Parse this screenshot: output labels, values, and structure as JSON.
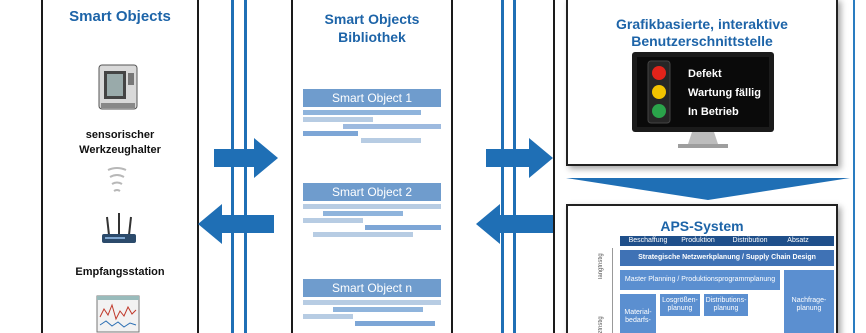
{
  "columns": {
    "left_title": "Smart Objects",
    "middle_title_line1": "Smart Objects",
    "middle_title_line2": "Bibliothek",
    "right_title_line1": "Grafikbasierte, interaktive",
    "right_title_line2": "Benutzerschnittstelle"
  },
  "left": {
    "tool_label_line1": "sensorischer",
    "tool_label_line2": "Werkzeughalter",
    "receiver_label": "Empfangsstation"
  },
  "library": {
    "cards": [
      "Smart Object 1",
      "Smart Object 2",
      "Smart Object n"
    ]
  },
  "traffic_light": {
    "states": [
      "Defekt",
      "Wartung fällig",
      "In Betrieb"
    ],
    "colors": [
      "#e2231a",
      "#f2c300",
      "#2aa34a"
    ]
  },
  "aps": {
    "title": "APS-System",
    "process_steps": [
      "Beschaffung",
      "Produktion",
      "Distribution",
      "Absatz"
    ],
    "side_labels": [
      "langfristig",
      "kurzfristig"
    ],
    "strategic": "Strategische Netzwerkplanung / Supply Chain Design",
    "master": "Master Planning / Produktionsprogrammplanung",
    "lot": "Losgrößen-planung",
    "dist": "Distributions-planung",
    "demand": "Nachfrage-planung",
    "material": "Material-bedarfs-"
  },
  "colors": {
    "accent_blue": "#1d64a8",
    "arrow_blue": "#1f6fb5",
    "card_blue": "#6f9ccd"
  }
}
